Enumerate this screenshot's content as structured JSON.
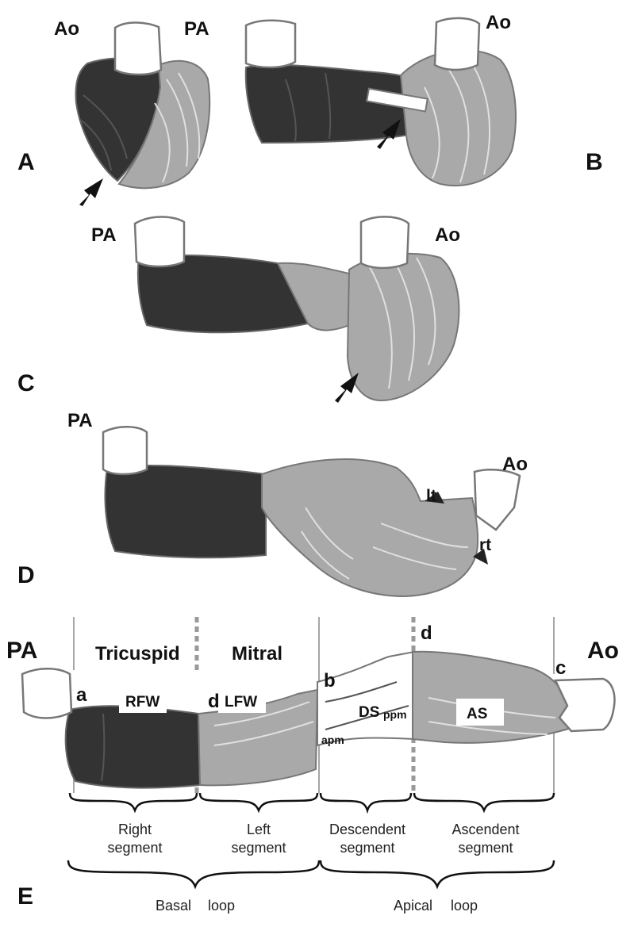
{
  "panels": {
    "A": {
      "letter": "A",
      "ao": "Ao",
      "pa": "PA"
    },
    "B": {
      "letter": "B",
      "ao": "Ao"
    },
    "C": {
      "letter": "C",
      "pa": "PA",
      "ao": "Ao"
    },
    "D": {
      "letter": "D",
      "pa": "PA",
      "ao": "Ao",
      "lt": "lt",
      "rt": "rt"
    },
    "E": {
      "letter": "E",
      "pa": "PA",
      "ao": "Ao",
      "tricuspid": "Tricuspid",
      "mitral": "Mitral",
      "point_a": "a",
      "point_b": "b",
      "point_c": "c",
      "point_d1": "d",
      "point_d2": "d",
      "rfw": "RFW",
      "lfw": "LFW",
      "ds": "DS",
      "as": "AS",
      "apm": "apm",
      "ppm": "ppm",
      "segments": {
        "right": [
          "Right",
          "segment"
        ],
        "left": [
          "Left",
          "segment"
        ],
        "descendent": [
          "Descendent",
          "segment"
        ],
        "ascendent": [
          "Ascendent",
          "segment"
        ]
      },
      "loops": {
        "basal": "Basal",
        "apical": "Apical",
        "loop_word": "loop"
      }
    }
  },
  "colors": {
    "dark_band": "#333333",
    "light_band": "#a9a9a9",
    "vessel": "#ffffff"
  }
}
